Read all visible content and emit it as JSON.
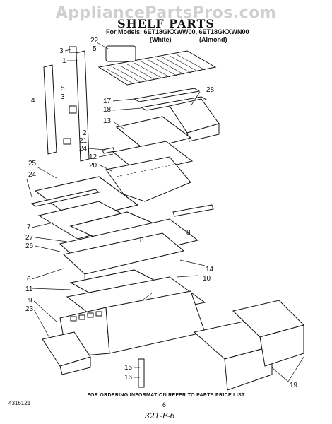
{
  "watermark": "AppliancePartsPros.com",
  "title": "SHELF PARTS",
  "models_line": "For Models: 6ET18GKXWW00, 6ET18GKXWN00",
  "variants": [
    "(White)",
    "(Almond)"
  ],
  "callouts": [
    "22",
    "3",
    "5",
    "1",
    "28",
    "4",
    "5",
    "3",
    "17",
    "18",
    "13",
    "2",
    "21",
    "24",
    "12",
    "20",
    "25",
    "24",
    "8",
    "7",
    "27",
    "8",
    "26",
    "14",
    "6",
    "10",
    "11",
    "9",
    "23",
    "15",
    "16",
    "19"
  ],
  "footer_note": "FOR ORDERING INFORMATION REFER TO PARTS PRICE LIST",
  "doc_number": "4316121",
  "page_number": "6",
  "handwritten": "321-F-6"
}
